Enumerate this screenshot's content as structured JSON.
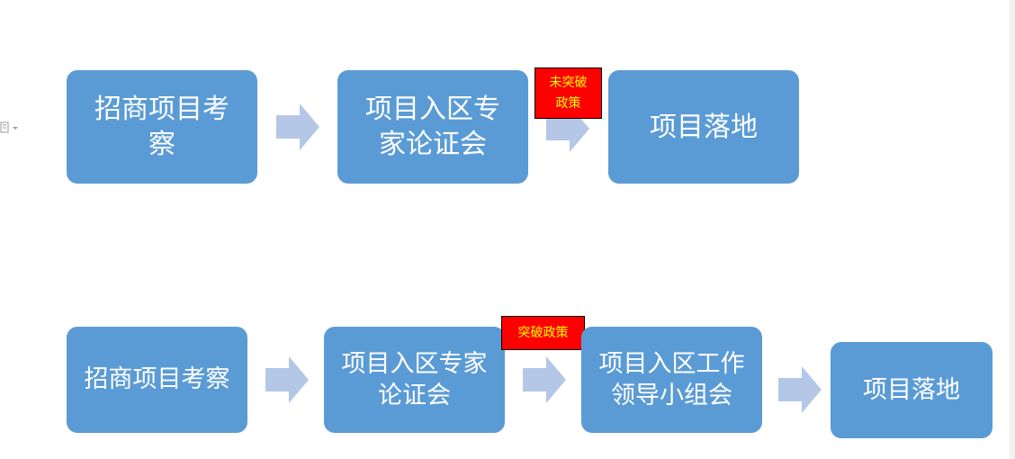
{
  "flow_top": {
    "nodes": [
      "招商项目考\n察",
      "项目入区专\n家论证会",
      "项目落地"
    ],
    "badge": "未突破\n政策"
  },
  "flow_bottom": {
    "nodes": [
      "招商项目考察",
      "项目入区专家\n论证会",
      "项目入区工作\n领导小组会",
      "项目落地"
    ],
    "badge": "突破政策"
  },
  "colors": {
    "node_fill": "#5b9bd5",
    "node_text": "#ffffff",
    "arrow_fill": "#b4c7e7",
    "badge_fill": "#ff0000",
    "badge_text": "#ffff00"
  },
  "icons": [
    "document-dropdown-icon",
    "right-arrow-icon"
  ]
}
